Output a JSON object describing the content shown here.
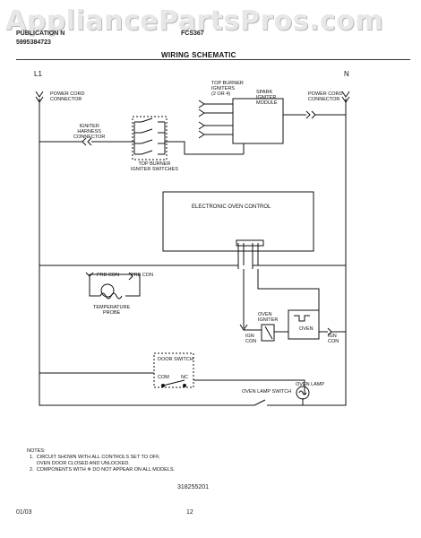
{
  "header": {
    "watermark": "AppliancePartsPros.com",
    "publication_label": "PUBLICATION N",
    "publication_number": "5995384723",
    "model": "FCS367"
  },
  "title": "WIRING SCHEMATIC",
  "labels": {
    "l1": "L1",
    "n": "N",
    "power_cord_left": "POWER CORD\nCONNECTOR",
    "power_cord_right": "POWER CORD\nCONNECTOR",
    "igniter_harness": "IGNITER\nHARNESS\nCONNECTOR",
    "top_burner_switches": "TOP BURNER\nIGNITER SWITCHES",
    "top_burner_igniters": "TOP BURNER\nIGNITERS\n(2 OR 4)",
    "spark_module": "SPARK\nIGNITER\nMODULE",
    "eoc": "ELECTRONIC OVEN CONTROL",
    "prb_con_left": "PRB CON",
    "prb_con_right": "PRB CON",
    "temp_probe": "TEMPERATURE\nPROBE",
    "oven_igniter": "OVEN\nIGNITER",
    "ign_con_left": "IGN\nCON",
    "ign_con_right": "IGN\nCON",
    "oven_valve": "OVEN",
    "door_switch": "DOOR SWITCH",
    "com": "COM",
    "nc": "NC",
    "oven_lamp_switch": "OVEN LAMP SWITCH",
    "oven_lamp": "OVEN LAMP"
  },
  "notes": "NOTES:\n  1.  CIRCUIT SHOWN WITH ALL CONTROLS SET TO OFF,\n       OVEN DOOR CLOSED AND UNLOCKED.\n  2.  COMPONENTS WITH ✵ DO NOT APPEAR ON ALL MODELS.",
  "part_number": "318255201",
  "footer": {
    "date": "01/03",
    "page": "12"
  }
}
